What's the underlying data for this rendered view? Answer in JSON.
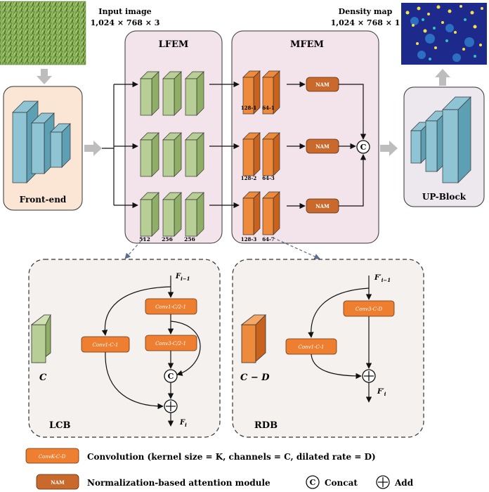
{
  "input_image": {
    "label": "Input image",
    "dims": "1,024 × 768 × 3"
  },
  "density_map": {
    "label": "Density map",
    "dims": "1,024 × 768 × 1"
  },
  "blocks": {
    "front_end": "Front-end",
    "lfem": "LFEM",
    "mfem": "MFEM",
    "up_block": "UP-Block"
  },
  "lfem_channels": [
    "512",
    "256",
    "256"
  ],
  "mfem_labels": [
    [
      "128-1",
      "64-1"
    ],
    [
      "128-2",
      "64-3"
    ],
    [
      "128-3",
      "64-7"
    ]
  ],
  "nam_label": "NAM",
  "concat_symbol": "C",
  "add_symbol": "+",
  "lcb": {
    "name": "LCB",
    "channel": "C",
    "input": "F",
    "input_sub": "i−1",
    "output": "F",
    "output_sub": "i",
    "conv_main_top": "Conv1-C/2-1",
    "conv_main_bottom": "Conv3-C/2-1",
    "conv_side": "Conv1-C-1"
  },
  "rdb": {
    "name": "RDB",
    "channel": "C − D",
    "input": "F′",
    "input_sub": "i−1",
    "output": "F′",
    "output_sub": "i",
    "conv_main": "Conv3-C-D",
    "conv_side": "Conv1-C-1"
  },
  "legend": {
    "conv_box": "ConvK-C-D",
    "conv_desc": "Convolution (kernel size = K, channels = C, dilated rate = D)",
    "nam_box": "NAM",
    "nam_desc": "Normalization-based attention module",
    "concat_desc": "Concat",
    "add_desc": "Add"
  },
  "colors": {
    "green_front": "#b7cf94",
    "green_side": "#8fae66",
    "orange_front": "#ee8a3c",
    "orange_side": "#c9621c",
    "blue_front": "#8fc4d4",
    "blue_side": "#5d9fb3",
    "nam_fill": "#c96a2c",
    "conv_fill": "#ef7f30",
    "front_end_bg": "#fbe6d6",
    "lfem_bg": "#f3e4ec",
    "mfem_bg": "#f3e4ec",
    "detail_bg": "#f4f1ee",
    "up_bg": "#ece8ee"
  }
}
